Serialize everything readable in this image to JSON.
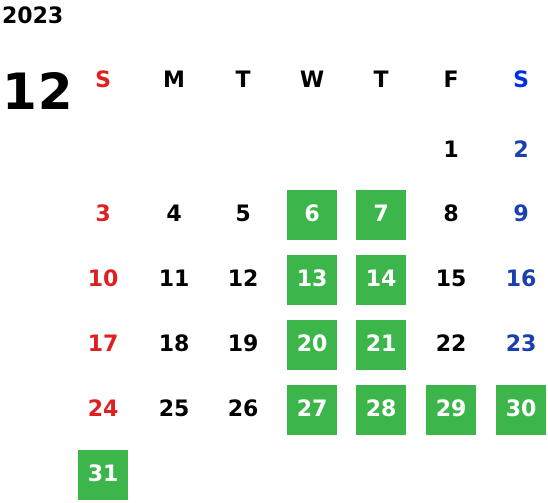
{
  "calendar": {
    "year": "2023",
    "month": "12",
    "weekdays": [
      "S",
      "M",
      "T",
      "W",
      "T",
      "F",
      "S"
    ],
    "first_weekday_index": 5,
    "days_in_month": 31,
    "highlighted_days": [
      6,
      7,
      13,
      14,
      20,
      21,
      27,
      28,
      29,
      30,
      31
    ]
  },
  "colors": {
    "sunday": "#e02020",
    "saturday": "#1a3fb0",
    "saturday_header": "#0030e0",
    "weekday": "#000000",
    "highlight_bg": "#3cb54a",
    "highlight_text": "#ffffff"
  }
}
